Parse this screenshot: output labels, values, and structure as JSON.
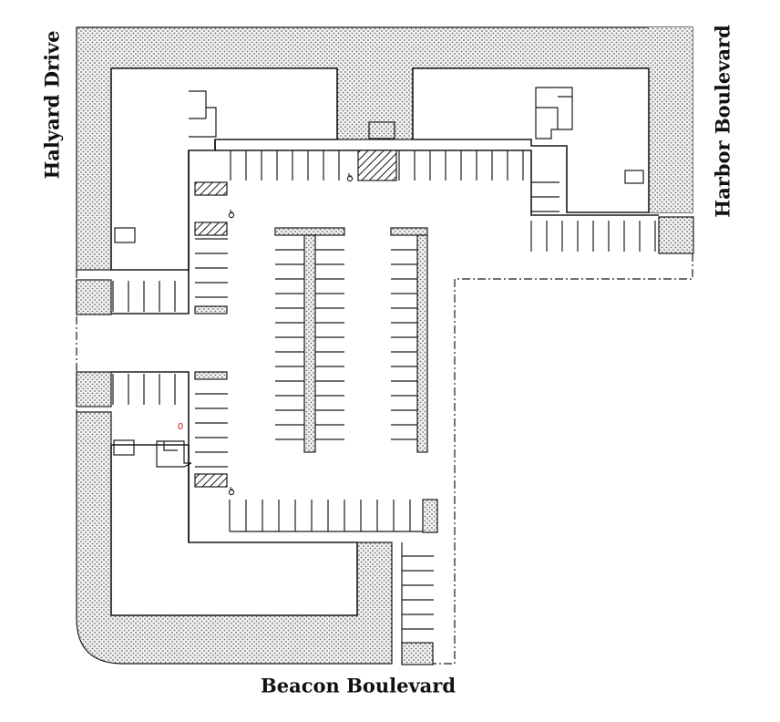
{
  "streets": {
    "west": "Halyard Drive",
    "east": "Harbor Boulevard",
    "south": "Beacon Boulevard"
  },
  "marker_text": "0",
  "colors": {
    "line": "#1a1a1a",
    "landscape_dot": "#6d6d6d",
    "landscape_bg": "#f2f2f2",
    "marker": "#d11a1a"
  },
  "symbols": [
    "accessible-parking-icon",
    "hatched-accessible-aisle",
    "property-line-dash"
  ]
}
